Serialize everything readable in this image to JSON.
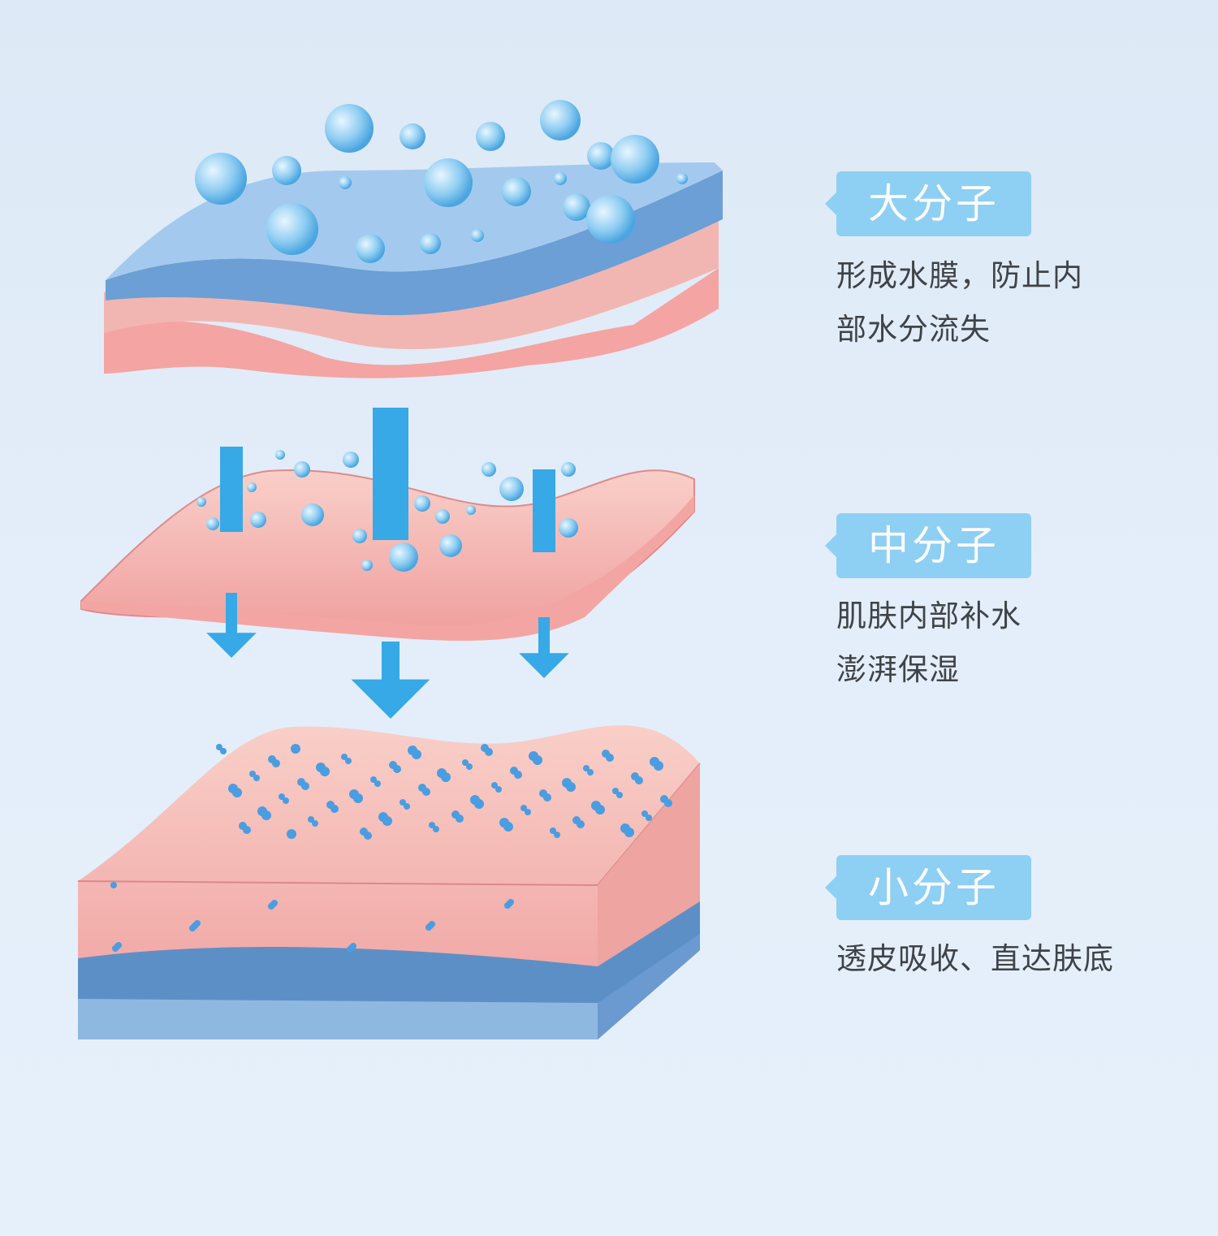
{
  "layers": [
    {
      "label": "大分子",
      "desc_lines": [
        "形成水膜，防止内",
        "部水分流失"
      ]
    },
    {
      "label": "中分子",
      "desc_lines": [
        "肌肤内部补水",
        "澎湃保湿"
      ]
    },
    {
      "label": "小分子",
      "desc_lines": [
        "透皮吸收、直达肤底"
      ]
    }
  ],
  "colors": {
    "tag": "#8ecff4",
    "text": "#3f4347",
    "skin": "#f2a9a6",
    "water": "#5fa3dc",
    "arrow": "#36a9e6"
  }
}
